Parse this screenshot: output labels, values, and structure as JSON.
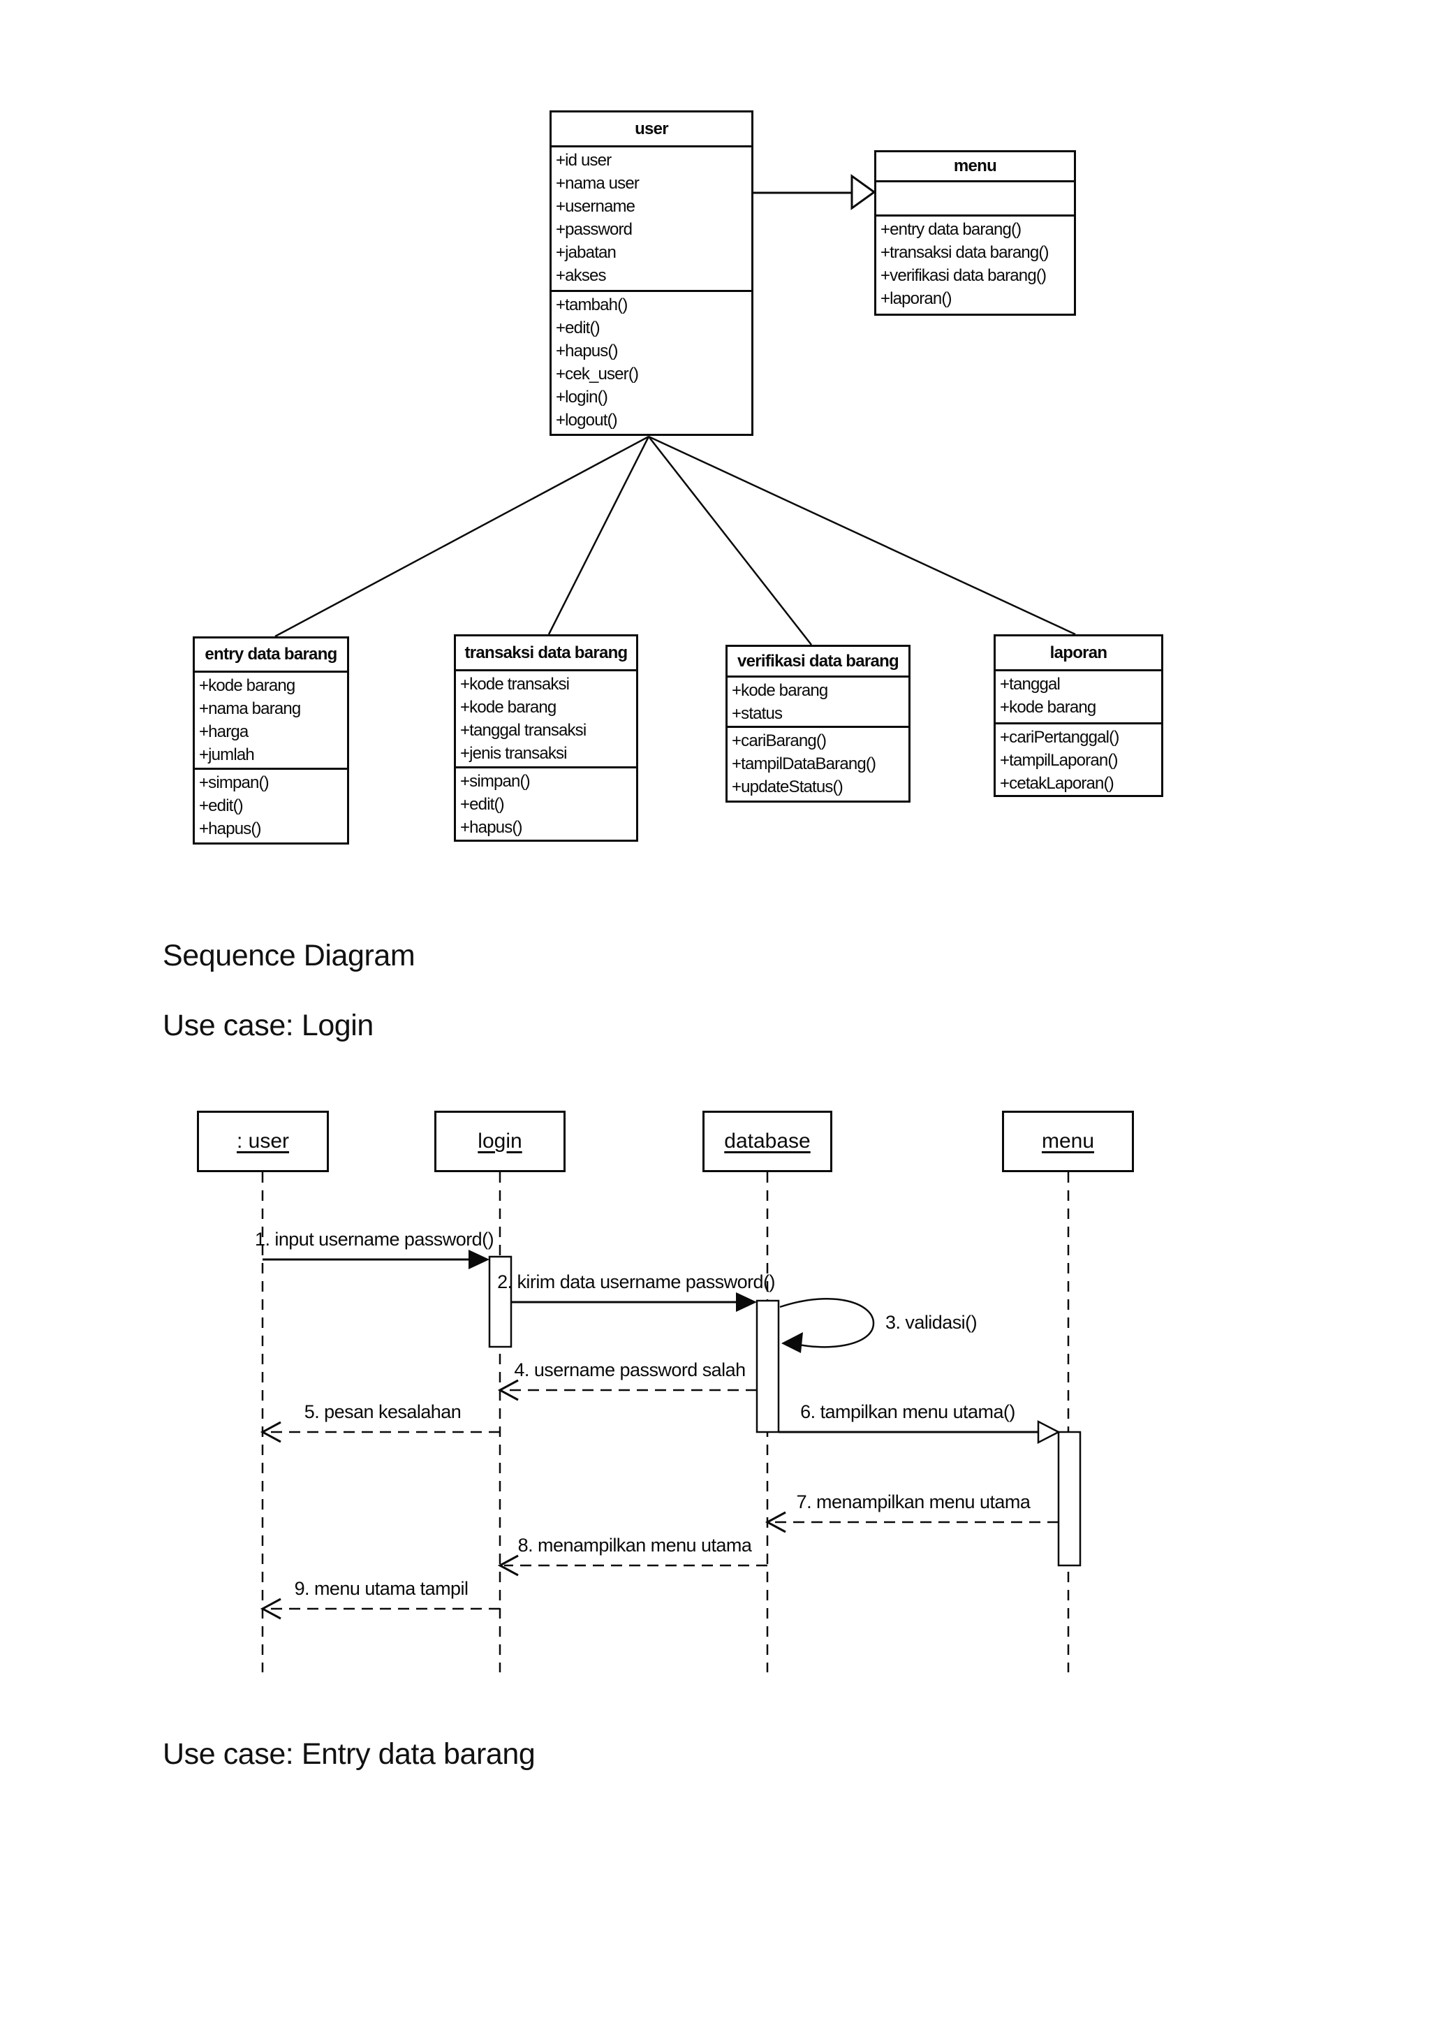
{
  "headings": {
    "sequence_diagram": "Sequence Diagram",
    "use_case_login": "Use case: Login",
    "use_case_entry": "Use case: Entry data barang"
  },
  "class_diagram": {
    "user": {
      "title": "user",
      "attributes": [
        "+id user",
        "+nama user",
        "+username",
        "+password",
        "+jabatan",
        "+akses"
      ],
      "methods": [
        "+tambah()",
        "+edit()",
        "+hapus()",
        "+cek_user()",
        "+login()",
        "+logout()"
      ]
    },
    "menu": {
      "title": "menu",
      "attributes": [],
      "methods": [
        "+entry data barang()",
        "+transaksi data barang()",
        "+verifikasi data barang()",
        "+laporan()"
      ]
    },
    "entry": {
      "title": "entry data barang",
      "attributes": [
        "+kode barang",
        "+nama barang",
        "+harga",
        "+jumlah"
      ],
      "methods": [
        "+simpan()",
        "+edit()",
        "+hapus()"
      ]
    },
    "transaksi": {
      "title": "transaksi data barang",
      "attributes": [
        "+kode transaksi",
        "+kode barang",
        "+tanggal transaksi",
        "+jenis transaksi"
      ],
      "methods": [
        "+simpan()",
        "+edit()",
        "+hapus()"
      ]
    },
    "verifikasi": {
      "title": "verifikasi data barang",
      "attributes": [
        "+kode barang",
        "+status"
      ],
      "methods": [
        "+cariBarang()",
        "+tampilDataBarang()",
        "+updateStatus()"
      ]
    },
    "laporan": {
      "title": "laporan",
      "attributes": [
        "+tanggal",
        "+kode barang"
      ],
      "methods": [
        "+cariPertanggal()",
        "+tampilLaporan()",
        "+cetakLaporan()"
      ]
    }
  },
  "sequence": {
    "lifelines": {
      "user": ": user",
      "login": "login",
      "database": "database",
      "menu": "menu"
    },
    "messages": {
      "m1": "1. input username password()",
      "m2": "2. kirim data username password()",
      "m3": "3. validasi()",
      "m4": "4. username password salah",
      "m5": "5. pesan kesalahan",
      "m6": "6. tampilkan menu utama()",
      "m7": "7. menampilkan menu utama",
      "m8": "8. menampilkan menu utama",
      "m9": "9. menu utama tampil"
    }
  }
}
